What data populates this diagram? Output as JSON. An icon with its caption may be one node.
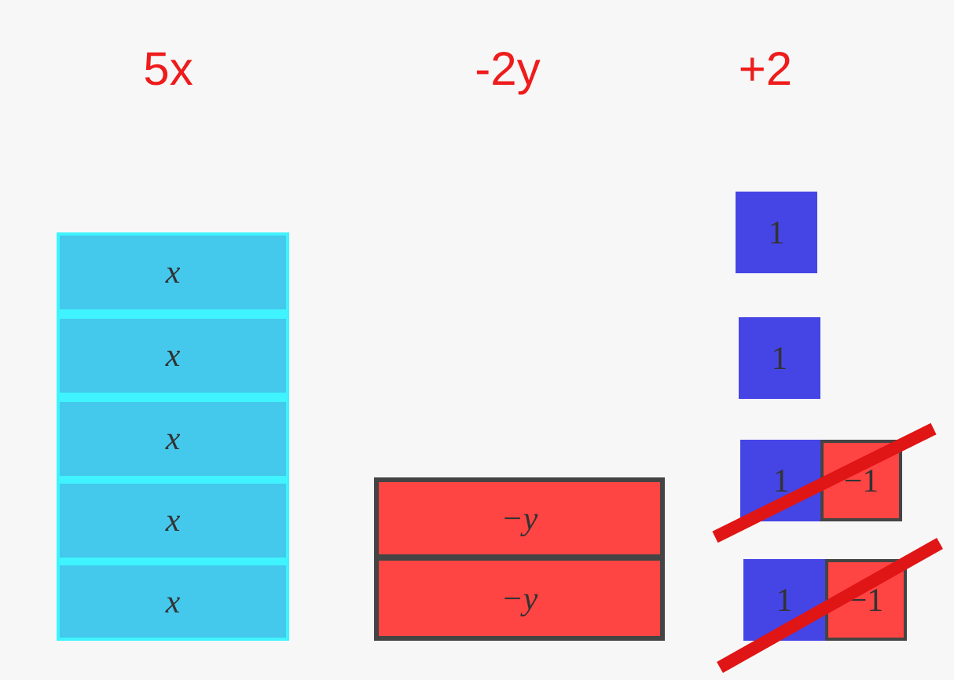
{
  "diagram": {
    "nodes": [
      {
        "text": [
          "x"
        ]
      },
      {
        "text": [
          "x"
        ]
      },
      {
        "text": [
          "x"
        ]
      },
      {
        "text": [
          "x"
        ]
      },
      {
        "text": [
          "x"
        ]
      },
      {
        "text": [
          "−y"
        ]
      },
      {
        "text": [
          "−y"
        ]
      },
      {
        "text": [
          "1"
        ]
      },
      {
        "text": [
          "1"
        ]
      },
      {
        "text": [
          "1"
        ]
      },
      {
        "text": [
          "−1"
        ]
      },
      {
        "text": [
          "1"
        ]
      },
      {
        "text": [
          "−1"
        ]
      }
    ],
    "labels": [
      "5x",
      "-2y",
      "+2"
    ]
  }
}
